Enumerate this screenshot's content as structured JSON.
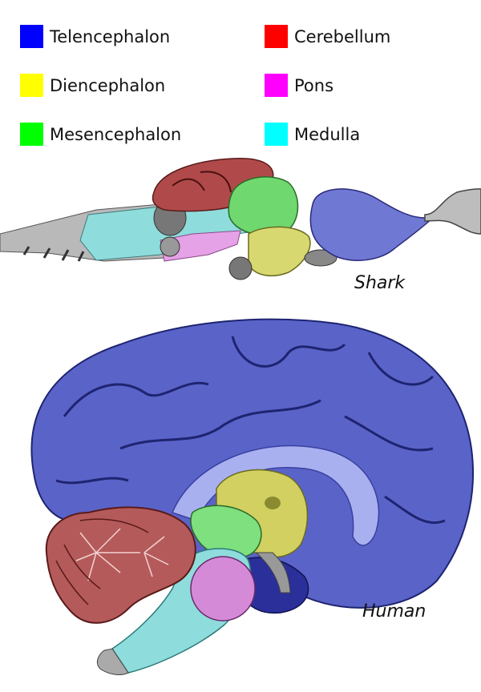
{
  "legend": [
    {
      "label": "Telencephalon",
      "color": "#0000ff"
    },
    {
      "label": "Diencephalon",
      "color": "#ffff00"
    },
    {
      "label": "Mesencephalon",
      "color": "#00ff00"
    },
    {
      "label": "Cerebellum",
      "color": "#ff0000"
    },
    {
      "label": "Pons",
      "color": "#ff00ff"
    },
    {
      "label": "Medulla",
      "color": "#00ffff"
    }
  ],
  "captions": {
    "shark": "Shark",
    "human": "Human"
  }
}
